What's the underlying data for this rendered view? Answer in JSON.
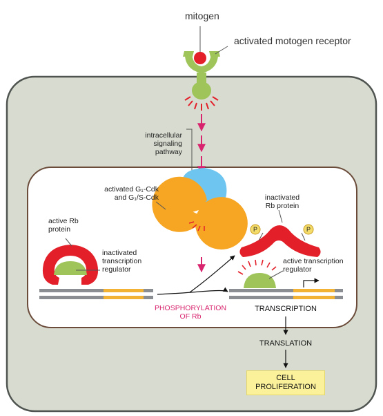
{
  "labels": {
    "mitogen": "mitogen",
    "receptor": "activated motogen receptor",
    "pathway_1": "intracellular",
    "pathway_2": "signaling",
    "pathway_3": "pathway",
    "cdk_1": "activated G₁-Cdk",
    "cdk_2": "and G₁/S-Cdk",
    "active_rb_1": "active Rb",
    "active_rb_2": "protein",
    "inact_reg_1": "inactivated",
    "inact_reg_2": "transcription",
    "inact_reg_3": "regulator",
    "inact_rb_1": "inactivated",
    "inact_rb_2": "Rb protein",
    "active_reg_1": "active transcription",
    "active_reg_2": "regulator",
    "phospho_1": "PHOSPHORYLATION",
    "phospho_2": "OF Rb",
    "transcription": "TRANSCRIPTION",
    "translation": "TRANSLATION",
    "prolif_1": "CELL",
    "prolif_2": "PROLIFERATION",
    "phosphate": "P"
  },
  "colors": {
    "cell": "#d8dcd0",
    "mitogen": "#e3202a",
    "receptor": "#9ec45a",
    "rb": "#e3202a",
    "regulator": "#9ec45a",
    "cdk": "#f6a623",
    "cyclin": "#6ec6f0",
    "arrow": "#d8246e",
    "dna": "#8a8e92",
    "gene": "#f2b233",
    "phosphate": "#f4dc6a",
    "proliferation_box": "#fbf19a"
  },
  "icons": [
    "mitogen-icon",
    "receptor-icon",
    "cdk-complex-icon",
    "rb-protein-icon",
    "regulator-icon",
    "dna-icon",
    "phosphate-icon",
    "transcription-start-icon"
  ]
}
